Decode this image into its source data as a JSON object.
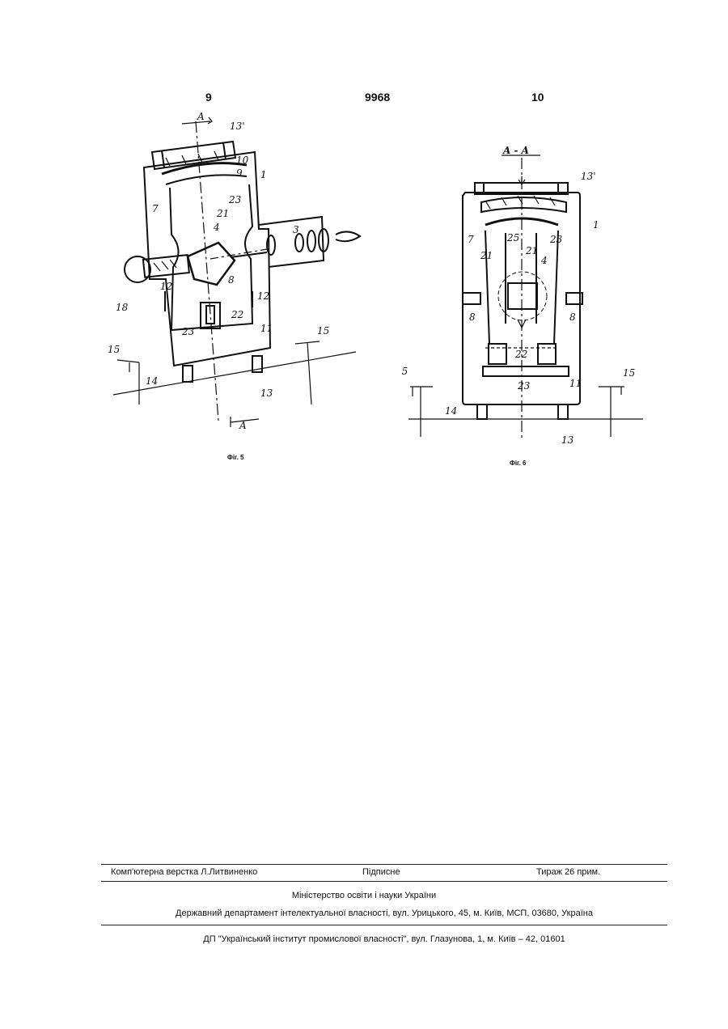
{
  "header": {
    "page_left": "9",
    "patent_number": "9968",
    "page_right": "10"
  },
  "figure5": {
    "caption": "Фіг. 5",
    "section_mark": "A",
    "labels": {
      "l13p": "13'",
      "l10": "10",
      "l9": "9",
      "l1": "1",
      "l23": "23",
      "l7": "7",
      "l21": "21",
      "l4": "4",
      "l3": "3",
      "l8": "8",
      "l18": "18",
      "l12a": "12",
      "l12b": "12",
      "l22": "22",
      "l23b": "23",
      "l11": "11",
      "l15a": "15",
      "l15b": "15",
      "l14": "14",
      "l13": "13"
    }
  },
  "figure6": {
    "caption": "Фіг. 6",
    "section_title": "A - A",
    "labels": {
      "l13p": "13'",
      "l1": "1",
      "l7": "7",
      "l25": "25",
      "l23a": "23",
      "l21a": "21",
      "l21b": "21",
      "l4": "4",
      "l8a": "8",
      "l8b": "8",
      "l22": "22",
      "l23b": "23",
      "l11": "11",
      "l15a": "15",
      "l15b": "15",
      "l14": "14",
      "l13": "13"
    }
  },
  "imprint": {
    "typesetter": "Комп'ютерна верстка Л.Литвиненко",
    "subscription": "Підписне",
    "circulation": "Тираж 26 прим.",
    "ministry": "Міністерство освіти і науки України",
    "department": "Державний департамент інтелектуальної власності, вул. Урицького, 45, м. Київ, МСП, 03680, Україна",
    "publisher": "ДП \"Український інститут промислової власності\", вул. Глазунова, 1, м. Київ – 42, 01601"
  }
}
